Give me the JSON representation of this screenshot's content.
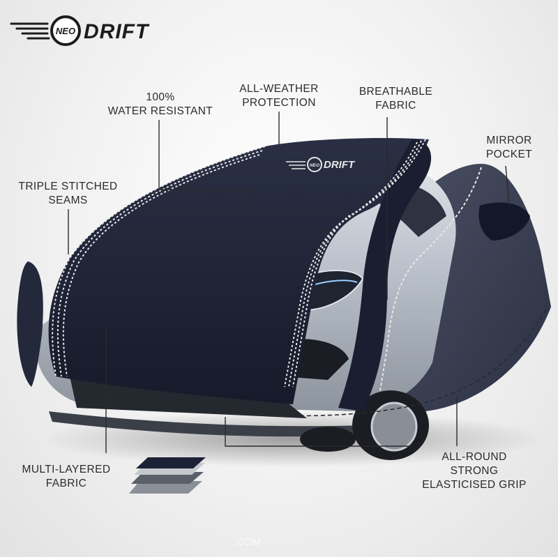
{
  "brand": {
    "logo_text_small": "NEO",
    "logo_text_large": "DRIFT",
    "cover_logo_small": "NEO",
    "cover_logo_large": "DRIFT"
  },
  "callouts": {
    "water_resistant": {
      "line1": "100%",
      "line2": "WATER RESISTANT"
    },
    "all_weather": {
      "line1": "ALL-WEATHER",
      "line2": "PROTECTION"
    },
    "breathable": {
      "line1": "BREATHABLE",
      "line2": "FABRIC"
    },
    "mirror_pocket": {
      "line1": "MIRROR",
      "line2": "POCKET"
    },
    "triple_stitched": {
      "line1": "TRIPLE STITCHED",
      "line2": "SEAMS"
    },
    "multi_layered": {
      "line1": "MULTI-LAYERED",
      "line2": "FABRIC"
    },
    "elasticised_grip": {
      "line1": "ALL-ROUND",
      "line2": "STRONG",
      "line3": "ELASTICISED GRIP"
    }
  },
  "watermark": ".COM",
  "colors": {
    "cover_dark": "#1c2033",
    "cover_grey": "#3b4054",
    "car_silver": "#b9bfc8",
    "stitch": "#e8e8e8",
    "text": "#2b2b2b",
    "line": "#2a2a2a"
  }
}
